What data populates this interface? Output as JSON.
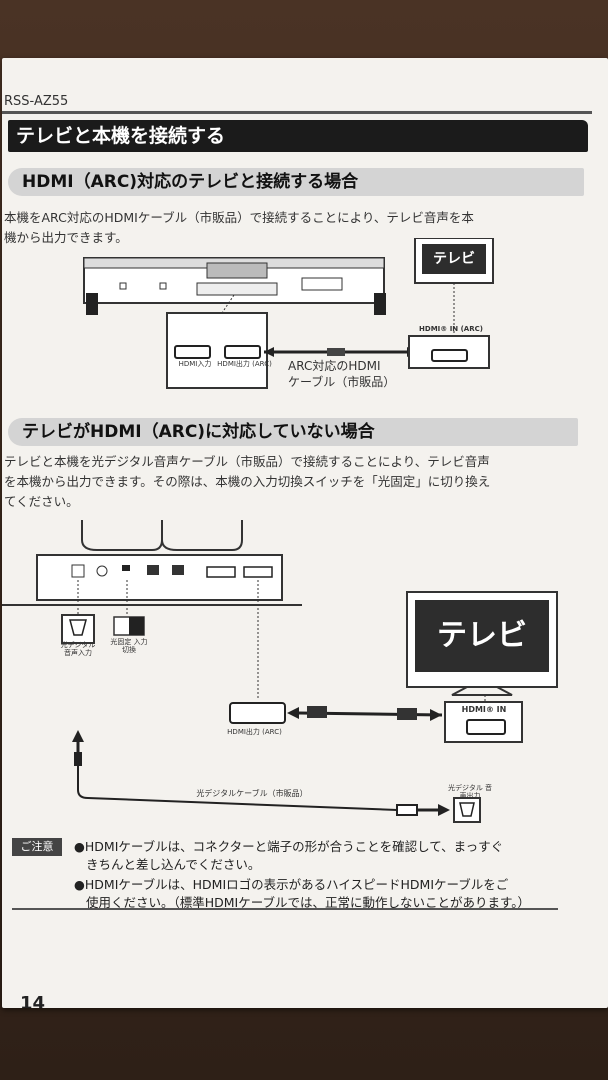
{
  "header": {
    "model": "RSS-AZ55"
  },
  "section": {
    "title": "テレビと本機を接続する"
  },
  "arc": {
    "heading": "HDMI（ARC)対応のテレビと接続する場合",
    "text_line1": "本機をARC対応のHDMIケーブル（市販品）で接続することにより、テレビ音声を本",
    "text_line2": "機から出力できます。",
    "tv_label": "テレビ",
    "hdmi_in": "HDMI入力",
    "hdmi_out": "HDMI出力 (ARC)",
    "tv_port": "HDMI® IN (ARC)",
    "cable_line1": "ARC対応のHDMI",
    "cable_line2": "ケーブル（市販品）"
  },
  "nonarc": {
    "heading": "テレビがHDMI（ARC)に対応していない場合",
    "text_line1": "テレビと本機を光デジタル音声ケーブル（市販品）で接続することにより、テレビ音声",
    "text_line2": "を本機から出力できます。その際は、本機の入力切換スイッチを「光固定」に切り換え",
    "text_line3": "てください。",
    "tv_label": "テレビ",
    "tv_port": "HDMI® IN",
    "optical_in": "光デジタル 音声入力",
    "switch_label": "光固定 入力切換",
    "hdmi_out": "HDMI出力 (ARC)",
    "optical_cable": "光デジタルケーブル（市販品）",
    "optical_out": "光デジタル 音声出力"
  },
  "notes": {
    "label": "ご注意",
    "item1_line1": "●HDMIケーブルは、コネクターと端子の形が合うことを確認して、まっすぐ",
    "item1_line2": "きちんと差し込んでください。",
    "item2_line1": "●HDMIケーブルは、HDMIロゴの表示があるハイスピードHDMIケーブルをご",
    "item2_line2": "使用ください。（標準HDMIケーブルでは、正常に動作しないことがあります。）"
  },
  "footer": {
    "page": "14"
  }
}
